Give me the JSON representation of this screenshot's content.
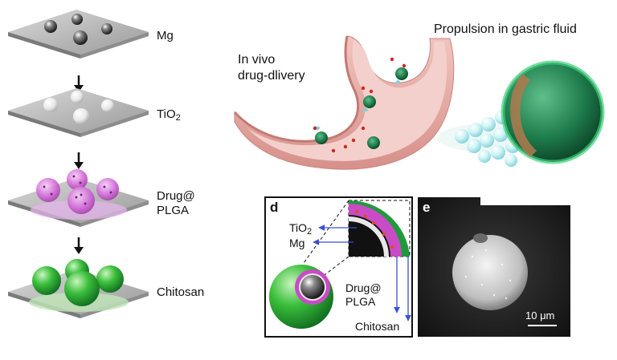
{
  "steps": [
    {
      "label": "Mg"
    },
    {
      "label": "TiO",
      "subscript": "2"
    },
    {
      "label_line1": "Drug@",
      "label_line2": "PLGA"
    },
    {
      "label": "Chitosan"
    }
  ],
  "stomach_panel": {
    "label_line1": "In vivo",
    "label_line2": "drug-dlivery"
  },
  "propulsion_panel": {
    "title": "Propulsion in gastric fluid"
  },
  "panel_d": {
    "letter": "d",
    "labels": {
      "tio2": "TiO",
      "tio2_sub": "2",
      "mg": "Mg",
      "drug_line1": "Drug@",
      "drug_line2": "PLGA",
      "chitosan": "Chitosan"
    }
  },
  "panel_e": {
    "letter": "e",
    "scale_bar": "10 μm"
  },
  "colors": {
    "chitosan_green": "#1f9a3a",
    "plga_pink": "#d36ad8",
    "stomach_pink": "#e8a9a3",
    "arrow_blue": "#3c4fd6",
    "bubble_cyan": "#bff0f3"
  }
}
